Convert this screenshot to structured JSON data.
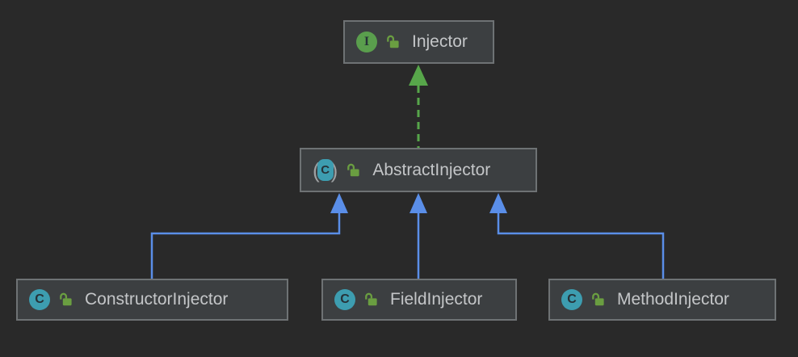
{
  "diagram": {
    "type": "uml-class-diagram",
    "nodes": [
      {
        "id": "injector",
        "label": "Injector",
        "stereotype": "interface",
        "icon": "interface-icon",
        "icon_letter": "I",
        "visibility_icon": "unlocked-padlock-public"
      },
      {
        "id": "abstract-injector",
        "label": "AbstractInjector",
        "stereotype": "abstract-class",
        "icon": "abstract-class-icon",
        "icon_letter": "C",
        "paren_left": "(",
        "paren_right": ")",
        "visibility_icon": "unlocked-padlock-public"
      },
      {
        "id": "constructor-injector",
        "label": "ConstructorInjector",
        "stereotype": "class",
        "icon": "class-icon",
        "icon_letter": "C",
        "visibility_icon": "unlocked-padlock-public"
      },
      {
        "id": "field-injector",
        "label": "FieldInjector",
        "stereotype": "class",
        "icon": "class-icon",
        "icon_letter": "C",
        "visibility_icon": "unlocked-padlock-public"
      },
      {
        "id": "method-injector",
        "label": "MethodInjector",
        "stereotype": "class",
        "icon": "class-icon",
        "icon_letter": "C",
        "visibility_icon": "unlocked-padlock-public"
      }
    ],
    "edges": [
      {
        "from": "AbstractInjector",
        "to": "Injector",
        "relationship": "realization",
        "line_style": "dashed",
        "color": "#57a64a"
      },
      {
        "from": "ConstructorInjector",
        "to": "AbstractInjector",
        "relationship": "generalization",
        "line_style": "solid",
        "color": "#5a8ee8"
      },
      {
        "from": "FieldInjector",
        "to": "AbstractInjector",
        "relationship": "generalization",
        "line_style": "solid",
        "color": "#5a8ee8"
      },
      {
        "from": "MethodInjector",
        "to": "AbstractInjector",
        "relationship": "generalization",
        "line_style": "solid",
        "color": "#5a8ee8"
      }
    ]
  },
  "colors": {
    "canvas-bg": "#292929",
    "node-bg": "#3c3f41",
    "node-border": "#6e7274",
    "node-text": "#c4c6c8",
    "interface-green": "#5a9e4d",
    "class-teal": "#3d9db0",
    "lock-green": "#6a9e41",
    "realization-green": "#57a64a",
    "inheritance-blue": "#5a8ee8",
    "paren-gray": "#9da0a2",
    "icon-letter-dark": "#263238"
  }
}
